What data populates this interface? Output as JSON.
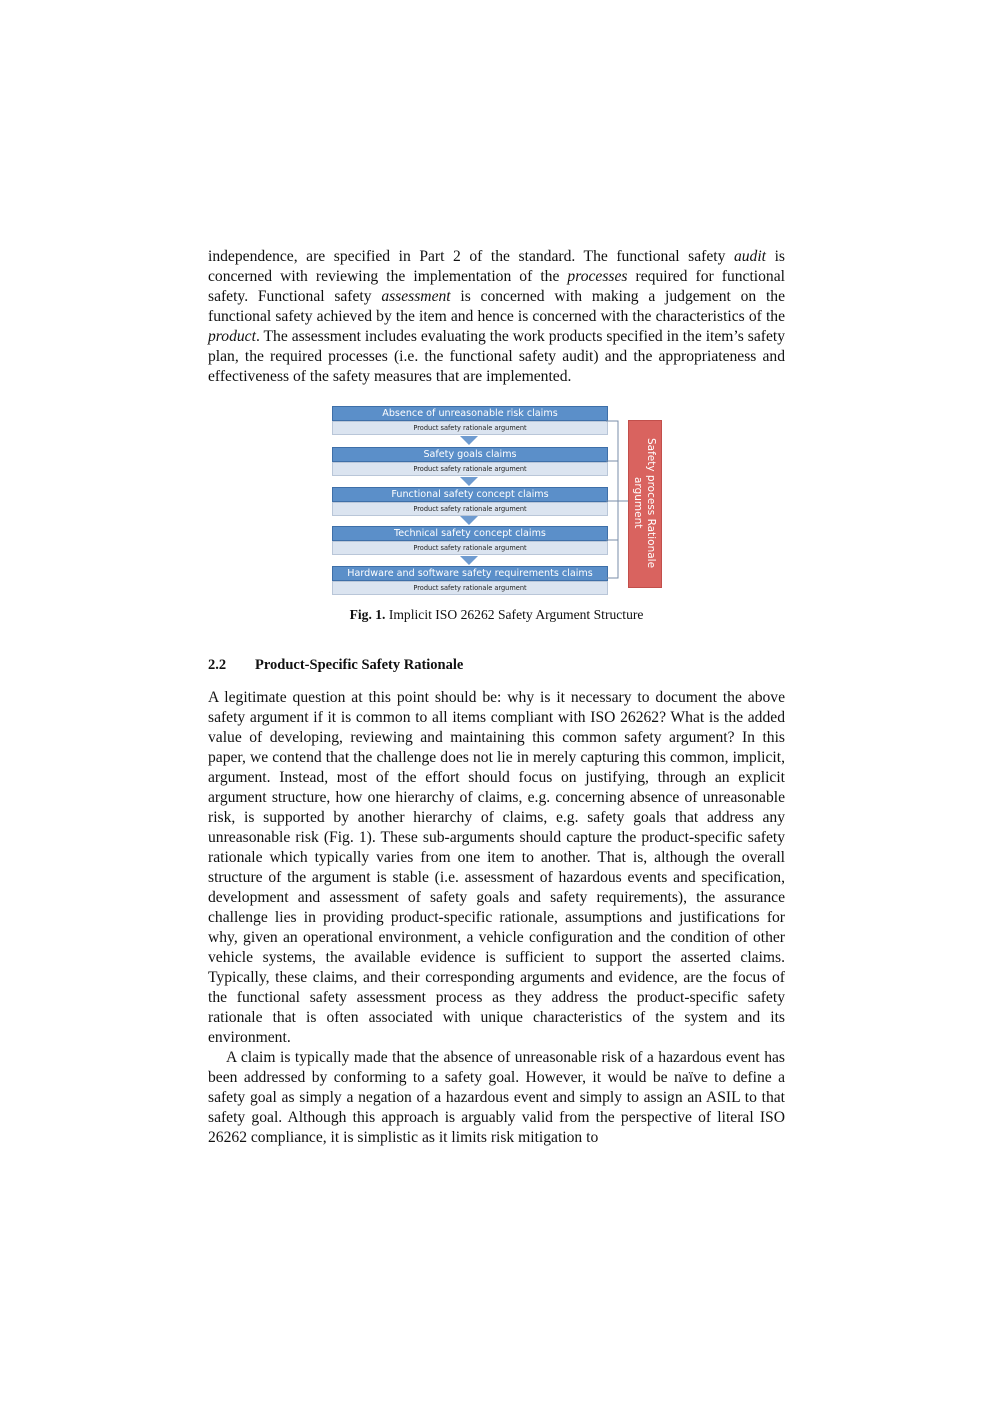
{
  "para_top": {
    "s1": "independence, are specified in Part 2 of the standard. The functional safety ",
    "audit": "audit",
    "s2": " is concerned with reviewing the implementation of the ",
    "processes": "processes",
    "s3": " required for functional safety. Functional safety ",
    "assessment": "assessment",
    "s4": " is concerned with making a judgement on the functional safety achieved by the item and hence is concerned with the characteristics of the ",
    "product": "product",
    "s5": ". The assessment includes evaluating the work products specified in the item’s safety plan, the required processes (i.e. the functional safety audit) and the appropriateness and effectiveness of the safety measures that are implemented."
  },
  "figure": {
    "claims": [
      {
        "title": "Absence of unreasonable risk claims",
        "sub": "Product safety rationale argument"
      },
      {
        "title": "Safety goals claims",
        "sub": "Product safety rationale argument"
      },
      {
        "title": "Functional safety concept claims",
        "sub": "Product safety rationale argument"
      },
      {
        "title": "Technical safety concept claims",
        "sub": "Product safety rationale argument"
      },
      {
        "title": "Hardware and software safety requirements claims",
        "sub": "Product safety rationale argument"
      }
    ],
    "side_label": "Safety process Rationale argument",
    "colors": {
      "claim_blue": "#5b8fc9",
      "sub_grey": "#dbe4f0",
      "side_red": "#d9635f",
      "arrow": "#6e9bd0"
    }
  },
  "caption": {
    "label": "Fig. 1.",
    "text": " Implicit ISO 26262 Safety Argument Structure"
  },
  "section": {
    "number": "2.2",
    "title": "Product-Specific Safety Rationale"
  },
  "para_main": {
    "p1": "A legitimate question at this point should be: why is it necessary to document the above safety argument if it is common to all items compliant with ISO 26262? What is the added value of developing, reviewing and maintaining this common safety argument? In this paper, we contend that the challenge does not lie in merely capturing this common, implicit, argument. Instead, most of the effort should focus on justifying, through an explicit argument structure, how one hierarchy of claims, e.g. concerning absence of unreasonable risk, is supported by another hierarchy of claims, e.g. safety goals that address any unreasonable risk (Fig. 1). These sub-arguments should capture the product-specific safety rationale which typically varies from one item to another. That is, although the overall structure of the argument is stable (i.e. assessment of hazardous events and specification, development and assessment of safety goals and safety requirements), the assurance challenge lies in providing product-specific rationale, assumptions and justifications for why, given an operational environment, a vehicle configuration and the condition of other vehicle systems, the available evidence is sufficient to support the asserted claims. Typically, these claims, and their corresponding arguments and evidence, are the focus of the functional safety assessment process as they address the product-specific safety rationale that is often associated with unique characteristics of the system and its environment.",
    "p2": "A claim is typically made that the absence of unreasonable risk of a hazardous event has been addressed by conforming to a safety goal. However, it would be naïve to define a safety goal as simply a negation of a hazardous event and simply to assign an ASIL to that safety goal. Although this approach is arguably valid from the perspective of literal ISO 26262 compliance, it is simplistic as it limits risk mitigation to"
  }
}
